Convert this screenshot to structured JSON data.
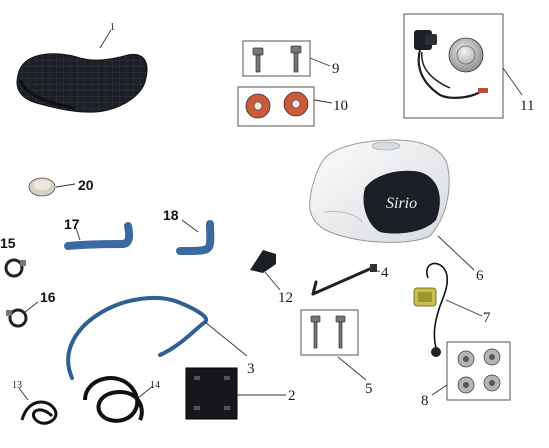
{
  "parts": [
    {
      "id": "seat",
      "label": "1"
    },
    {
      "id": "fuel-tank-decal",
      "label": "2"
    },
    {
      "id": "hose-long",
      "label": "3"
    },
    {
      "id": "side-stand-rod",
      "label": "4"
    },
    {
      "id": "bolt-pair-lower",
      "label": "5"
    },
    {
      "id": "fuel-tank",
      "label": "6"
    },
    {
      "id": "fuel-sensor",
      "label": "7"
    },
    {
      "id": "nut-set",
      "label": "8"
    },
    {
      "id": "bolt-pair-upper",
      "label": "9"
    },
    {
      "id": "rubber-grommets",
      "label": "10"
    },
    {
      "id": "ignition-lock-set",
      "label": "11"
    },
    {
      "id": "bracket-small",
      "label": "12"
    },
    {
      "id": "hose-short-coil",
      "label": "13"
    },
    {
      "id": "hose-coil-large",
      "label": "14"
    },
    {
      "id": "hose-clamp-a",
      "label": "15"
    },
    {
      "id": "hose-clamp-b",
      "label": "16"
    },
    {
      "id": "bent-hose-a",
      "label": "17"
    },
    {
      "id": "bent-hose-b",
      "label": "18"
    },
    {
      "id": "fuel-cap-plug",
      "label": "20"
    }
  ],
  "tank_brand_text": "Sirio",
  "colors": {
    "tank": "#eef0f2",
    "dark_part": "#1b1e24",
    "hose_blue": "#3a6aa0",
    "leader": "#333333"
  }
}
